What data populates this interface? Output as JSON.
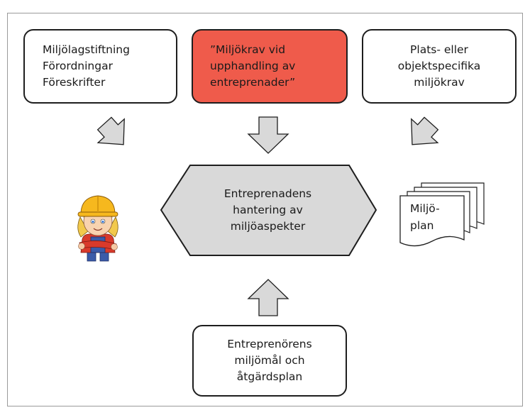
{
  "colors": {
    "highlight": "#ef5b4b",
    "arrow_fill": "#d9d9d9",
    "hexagon_fill": "#d9d9d9",
    "outline": "#1e1e1e"
  },
  "inputs": {
    "left": {
      "lines": [
        "Miljölagstiftning",
        "Förordningar",
        "Föreskrifter"
      ]
    },
    "center": {
      "lines": [
        "”Miljökrav vid",
        "upphandling av",
        "entreprenader”"
      ]
    },
    "right": {
      "lines": [
        "Plats- eller",
        "objektspecifika",
        "miljökrav"
      ]
    }
  },
  "process": {
    "lines": [
      "Entreprenadens",
      "hantering av",
      "miljöaspekter"
    ]
  },
  "document": {
    "lines": [
      "Miljö-",
      "plan"
    ],
    "icon": "document-stack-icon"
  },
  "worker": {
    "icon": "construction-worker-icon"
  },
  "bottom_input": {
    "lines": [
      "Entreprenörens",
      "miljömål och",
      "åtgärdsplan"
    ]
  }
}
